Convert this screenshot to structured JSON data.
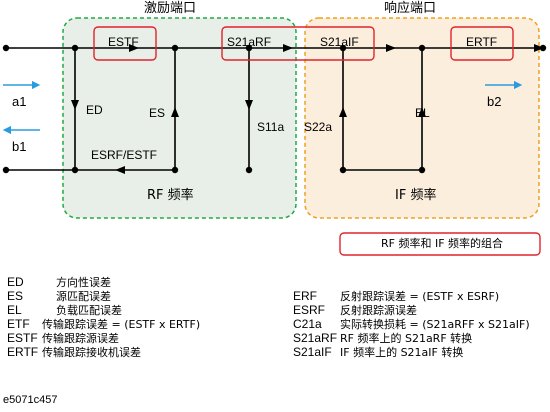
{
  "regions": {
    "excitation_port": "激励端口",
    "response_port": "响应端口",
    "rf_frequency": "RF 频率",
    "if_frequency": "IF 频率",
    "combo_note": "RF 频率和 IF 频率的组合"
  },
  "terms": {
    "ED": "ED",
    "ES": "ES",
    "EL": "EL",
    "ESTF": "ESTF",
    "ERTF": "ERTF",
    "ESRF_ESTF": "ESRF/ESTF",
    "S21aRF": "S21aRF",
    "S21aIF": "S21aIF",
    "S11a": "S11a",
    "S22a": "S22a"
  },
  "ports": {
    "a1": "a1",
    "b1": "b1",
    "b2": "b2"
  },
  "legend_left": [
    {
      "term": "ED",
      "desc": "方向性误差"
    },
    {
      "term": "ES",
      "desc": "源匹配误差"
    },
    {
      "term": "EL",
      "desc": "负载匹配误差"
    },
    {
      "term": "ETF",
      "desc": "传输跟踪误差 = (ESTF x ERTF)"
    },
    {
      "term": "ESTF",
      "desc": "传输跟踪源误差"
    },
    {
      "term": "ERTF",
      "desc": "传输跟踪接收机误差"
    }
  ],
  "legend_right": [
    {
      "term": "ERF",
      "desc": "反射跟踪误差 = (ESTF x ESRF)"
    },
    {
      "term": "ESRF",
      "desc": "反射跟踪源误差"
    },
    {
      "term": "C21a",
      "desc": "实际转换损耗 = (S21aRFF x S21aIF)"
    },
    {
      "term": "S21aRF",
      "desc": "RF 频率上的 S21aRF 转换"
    },
    {
      "term": "S21aIF",
      "desc": "IF 频率上的 S21aIF 转换"
    }
  ],
  "figure_id": "e5071c457",
  "colors": {
    "green_dash": "#22aa44",
    "green_fill": "#e8efe8",
    "orange_dash": "#f0a020",
    "orange_fill": "#fbeedd",
    "red_box": "#e0242c",
    "blue_arrow": "#2a9be0"
  }
}
